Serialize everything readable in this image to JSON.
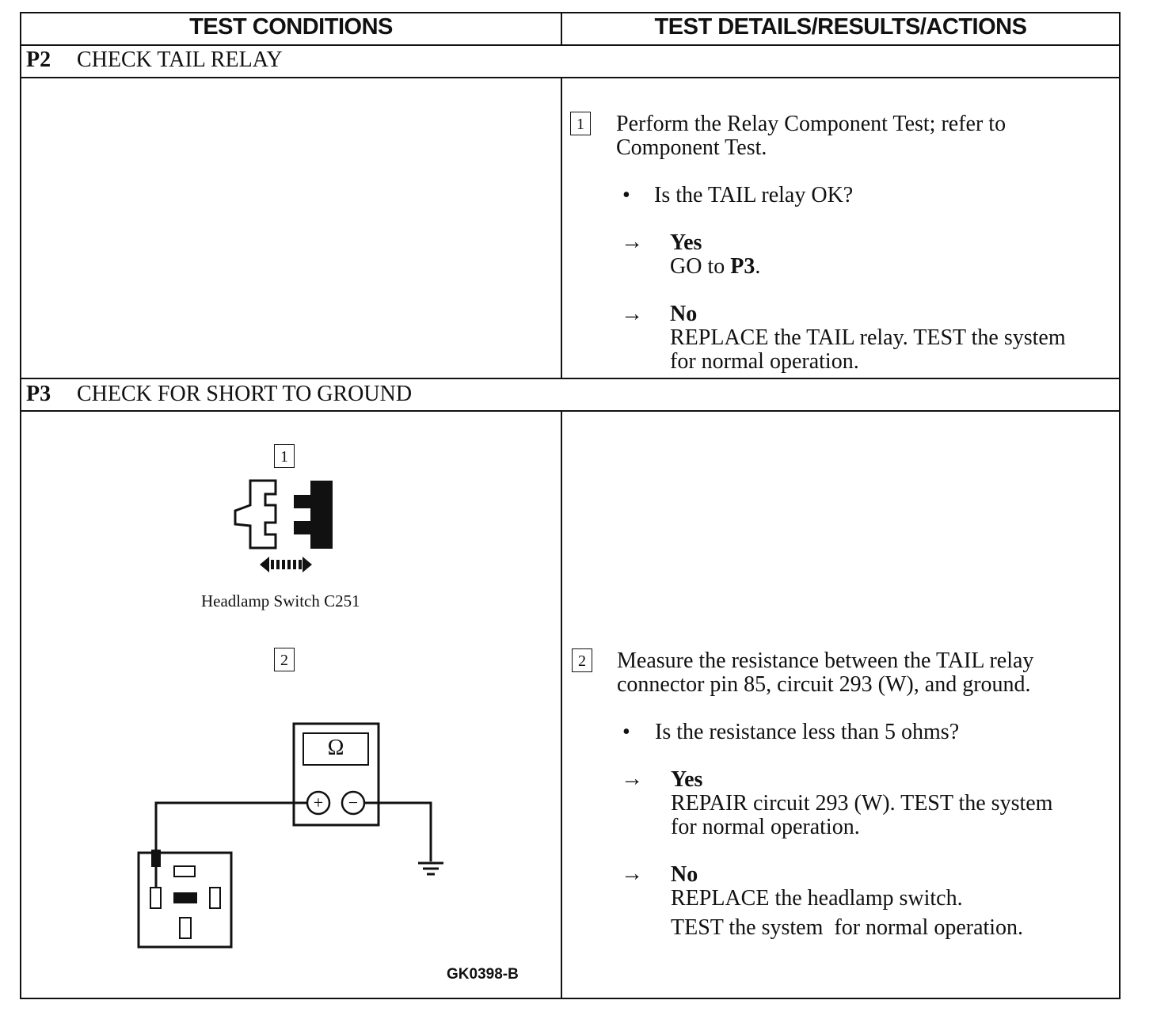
{
  "header": {
    "left": "TEST CONDITIONS",
    "right": "TEST DETAILS/RESULTS/ACTIONS"
  },
  "p2": {
    "id": "P2",
    "title": "CHECK TAIL RELAY",
    "step_num": "1",
    "step_text_1": "Perform the Relay Component Test; refer to",
    "step_text_2": "Component Test.",
    "question": "Is the TAIL relay OK?",
    "yes_label": "Yes",
    "yes_action_pre": "GO to ",
    "yes_action_bold": "P3",
    "yes_action_post": ".",
    "no_label": "No",
    "no_action_1": "REPLACE the TAIL relay. TEST the system",
    "no_action_2": "for normal operation."
  },
  "p3": {
    "id": "P3",
    "title": "CHECK FOR SHORT TO GROUND",
    "fig1_num": "1",
    "fig1_caption": "Headlamp Switch C251",
    "fig2_num": "2",
    "meter_symbol": "Ω",
    "plus_symbol": "+",
    "minus_symbol": "−",
    "figure_code": "GK0398-B",
    "step_num": "2",
    "step_text_1": "Measure the resistance between the TAIL relay",
    "step_text_2": "connector pin 85, circuit 293 (W), and ground.",
    "question": "Is the resistance less than 5 ohms?",
    "yes_label": "Yes",
    "yes_action_1": "REPAIR circuit 293 (W). TEST the system",
    "yes_action_2": "for normal operation.",
    "no_label": "No",
    "no_action_1": "REPLACE the headlamp switch.",
    "no_action_2": "TEST the system  for normal operation."
  },
  "glyphs": {
    "bullet": "•",
    "arrow": "→"
  }
}
